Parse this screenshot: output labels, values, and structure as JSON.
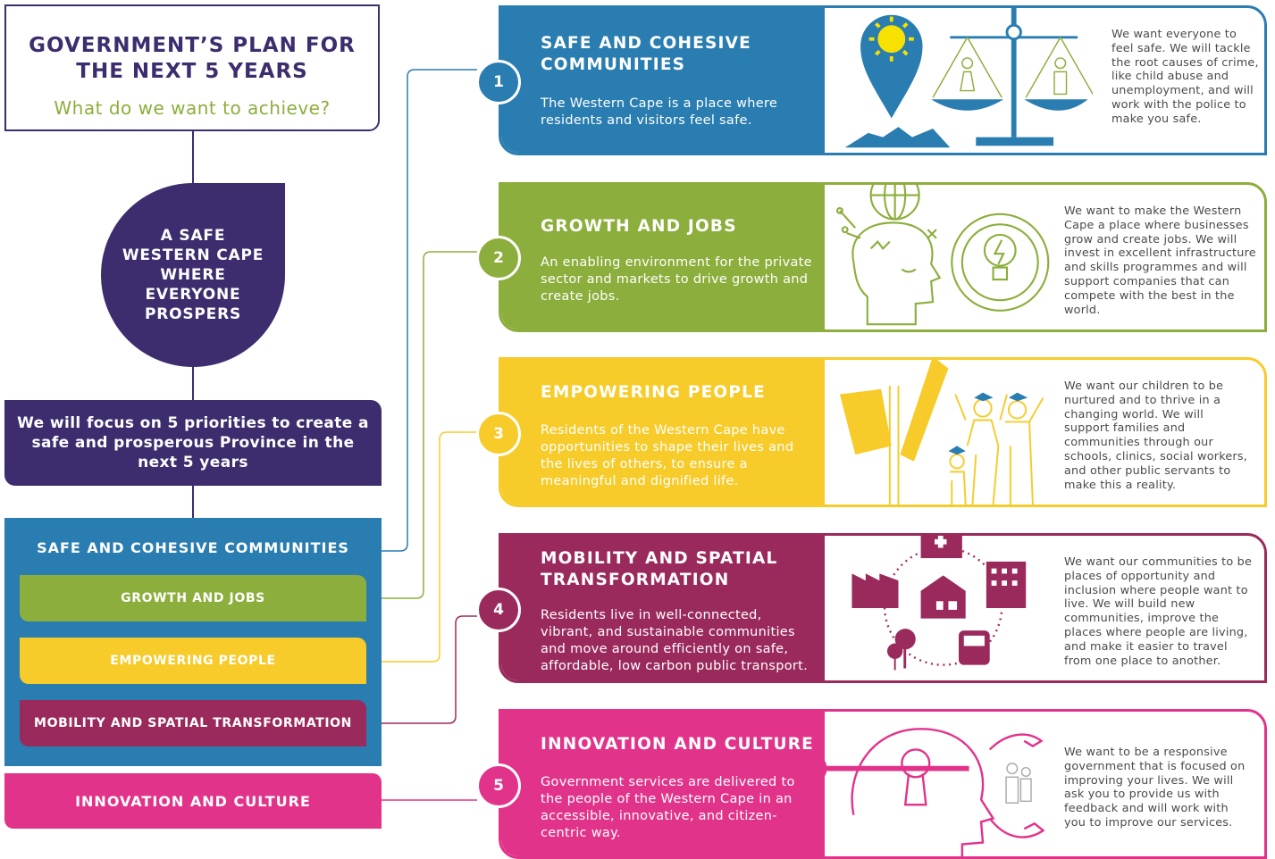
{
  "header": {
    "title_line1": "GOVERNMENT’S PLAN FOR",
    "title_line2": "THE NEXT 5 YEARS",
    "subtitle": "What do we want to achieve?"
  },
  "vision": {
    "text": "A SAFE WESTERN CAPE WHERE EVERYONE PROSPERS"
  },
  "focus": {
    "text": "We will focus on 5 priorities to create a safe and prosperous Province in the next 5 years"
  },
  "priority_stack": {
    "title": "SAFE AND COHESIVE COMMUNITIES",
    "items": [
      "GROWTH AND JOBS",
      "EMPOWERING PEOPLE",
      "MOBILITY AND SPATIAL TRANSFORMATION",
      "INNOVATION AND CULTURE"
    ]
  },
  "priorities": [
    {
      "number": "1",
      "title": "SAFE AND COHESIVE COMMUNITIES",
      "description": "The Western Cape is a place where residents and visitors feel safe.",
      "details": "We want everyone to feel safe. We will tackle the root causes of crime, like child abuse and unemployment, and will work with the police to make you safe.",
      "color": "#2a7db0",
      "icon": "scales-justice-icon"
    },
    {
      "number": "2",
      "title": "GROWTH AND JOBS",
      "description": "An enabling environment for the private sector and markets to drive growth and create jobs.",
      "details": "We want to make the Western Cape a place where businesses grow and create jobs. We will invest in excellent infrastructure and skills programmes and will support companies that can compete with the best in the world.",
      "color": "#8cae3c",
      "icon": "head-gears-lightbulb-icon"
    },
    {
      "number": "3",
      "title": "EMPOWERING PEOPLE",
      "description": "Residents of the Western Cape have opportunities to shape their lives and the lives of others, to ensure a meaningful and dignified life.",
      "details": "We want our children to be nurtured and to thrive in a changing world. We will support families and communities through our schools, clinics, social workers, and other public servants to make this a reality.",
      "color": "#f6cb2a",
      "icon": "jobs-signpost-family-icon"
    },
    {
      "number": "4",
      "title": "MOBILITY AND SPATIAL TRANSFORMATION",
      "description": "Residents live in well-connected, vibrant, and sustainable communities and move around efficiently on safe, affordable, low carbon public transport.",
      "details": "We want our communities to be places of opportunity and inclusion where people want to live. We will build new communities, improve the places where people are living, and make it easier to travel from one place to another.",
      "color": "#9b2a5c",
      "icon": "city-transport-icon"
    },
    {
      "number": "5",
      "title": "INNOVATION AND CULTURE",
      "description": "Government services are delivered to the people of the Western Cape in an accessible, innovative, and citizen-centric way.",
      "details": "We want to be a responsive government that is focused on improving your lives. We will ask you to provide us with feedback and will work with you to improve our services.",
      "color": "#e2338a",
      "icon": "head-key-hands-icon"
    }
  ]
}
